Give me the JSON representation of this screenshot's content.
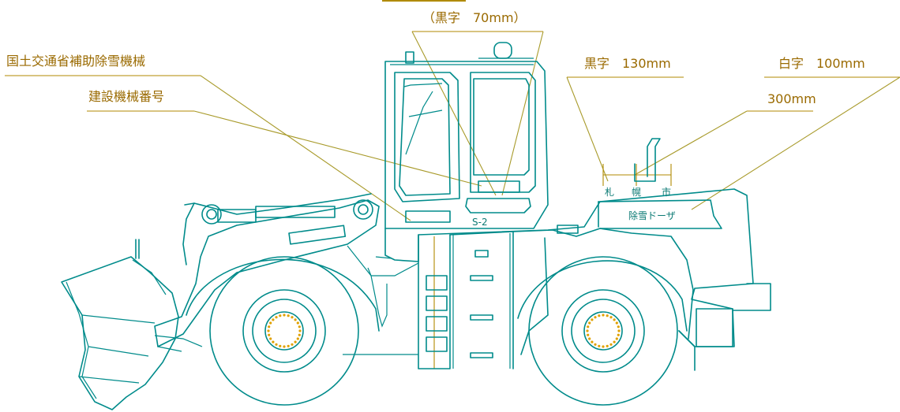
{
  "labels": {
    "top_black_70": "（黒字　70mm）",
    "mlit_subsidy": "国土交通省補助除雪機械",
    "construction_number": "建設機械番号",
    "black_130": "黒字　130mm",
    "white_100": "白字　100mm",
    "dim_300": "300mm"
  },
  "vehicle_text": {
    "city_1": "札",
    "city_2": "幌",
    "city_3": "市",
    "plate": "S-2",
    "side_panel": "除雪ドーザ"
  },
  "colors": {
    "outline": "#008b8b",
    "annotation": "#9a6a00",
    "leader": "#a89a2a"
  }
}
